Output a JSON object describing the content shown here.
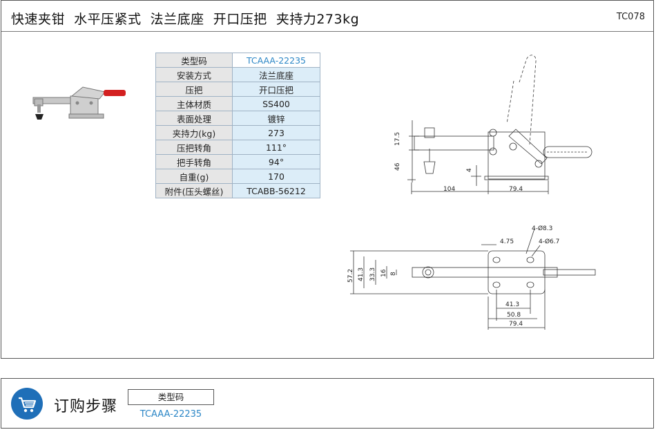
{
  "header": {
    "title": "快速夹钳  水平压紧式  法兰底座  开口压把  夹持力273kg",
    "code": "TC078"
  },
  "spec_table": [
    {
      "key": "类型码",
      "value": "TCAAA-22235"
    },
    {
      "key": "安装方式",
      "value": "法兰底座"
    },
    {
      "key": "压把",
      "value": "开口压把"
    },
    {
      "key": "主体材质",
      "value": "SS400"
    },
    {
      "key": "表面处理",
      "value": "镀锌"
    },
    {
      "key": "夹持力(kg)",
      "value": "273"
    },
    {
      "key": "压把转角",
      "value": "111°"
    },
    {
      "key": "把手转角",
      "value": "94°"
    },
    {
      "key": "自重(g)",
      "value": "170"
    },
    {
      "key": "附件(压头螺丝)",
      "value": "TCABB-56212"
    }
  ],
  "side_view_dims": {
    "d175": "17.5",
    "d46": "46",
    "d4": "4",
    "d104": "104",
    "d794": "79.4"
  },
  "top_view_dims": {
    "d475": "4.75",
    "hole1": "4-Ø8.3",
    "hole2": "4-Ø6.7",
    "d572": "57.2",
    "d413v": "41.3",
    "d333": "33.3",
    "d16": "16",
    "d8": "8",
    "d413h": "41.3",
    "d508": "50.8",
    "d794b": "79.4"
  },
  "order": {
    "title": "订购步骤",
    "type_label": "类型码",
    "type_value": "TCAAA-22235",
    "icon": "shopping-cart-icon",
    "icon_color": "#1f6fb8"
  }
}
